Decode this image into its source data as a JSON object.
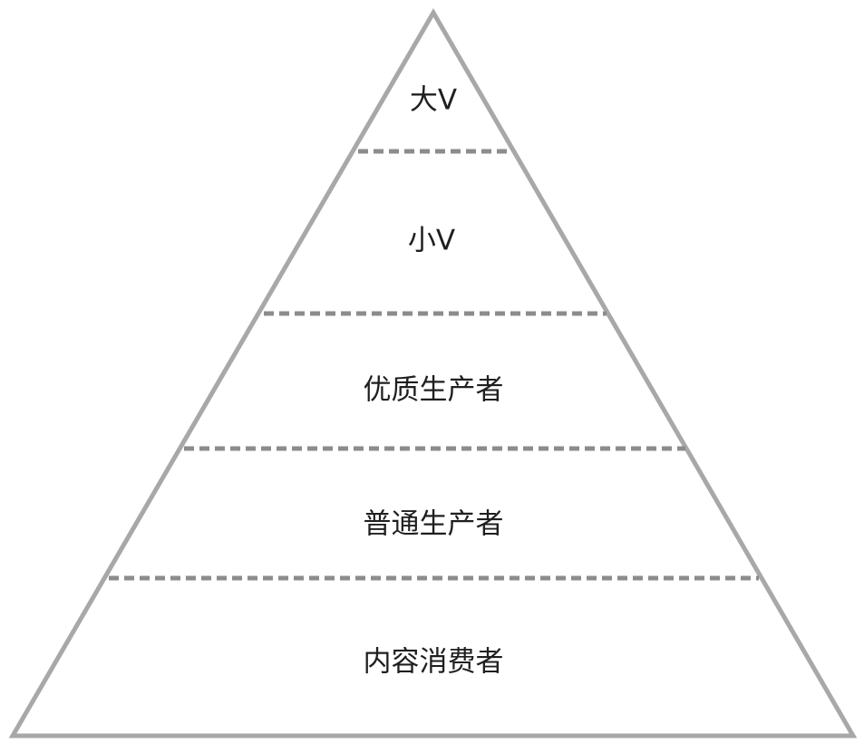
{
  "diagram": {
    "type": "pyramid",
    "tiers_top_to_bottom": [
      {
        "label": "大V"
      },
      {
        "label": "小V"
      },
      {
        "label": "优质生产者"
      },
      {
        "label": "普通生产者"
      },
      {
        "label": "内容消费者"
      }
    ]
  },
  "colors": {
    "background": "#ffffff",
    "outline": "#a8a8a8",
    "divider": "#8c8c8c",
    "text": "#1f1f1f"
  }
}
